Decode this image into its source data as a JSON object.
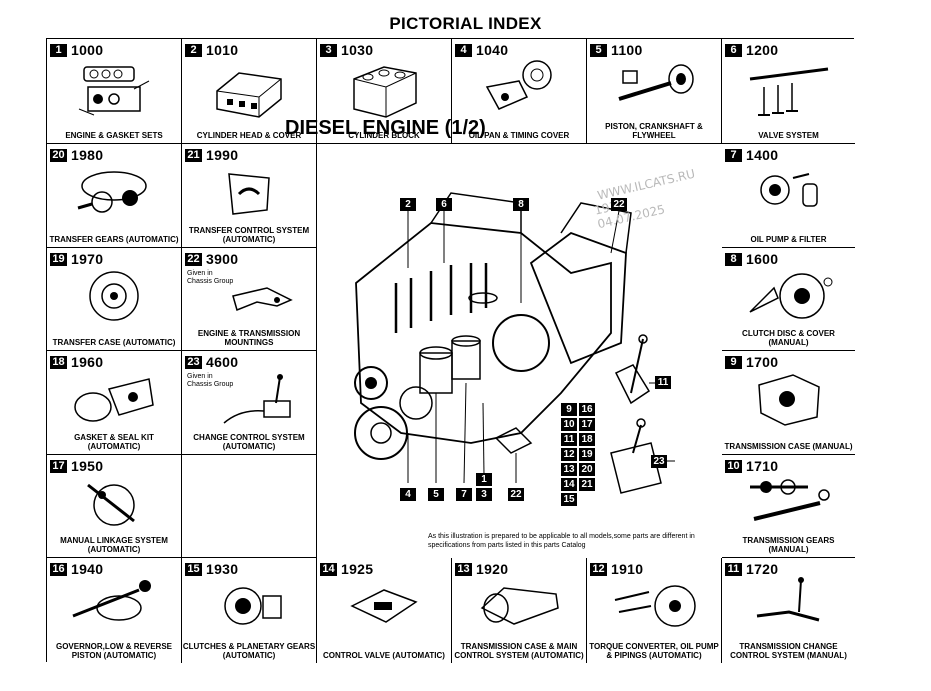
{
  "page": {
    "title": "PICTORIAL INDEX"
  },
  "cells": {
    "c1": {
      "badge": "1",
      "code": "1000",
      "caption": "ENGINE & GASKET SETS"
    },
    "c2": {
      "badge": "2",
      "code": "1010",
      "caption": "CYLINDER HEAD & COVER"
    },
    "c3": {
      "badge": "3",
      "code": "1030",
      "caption": "CYLINDER BLOCK"
    },
    "c4": {
      "badge": "4",
      "code": "1040",
      "caption": "OIL PAN & TIMING COVER"
    },
    "c5": {
      "badge": "5",
      "code": "1100",
      "caption": "PISTON, CRANKSHAFT & FLYWHEEL"
    },
    "c6": {
      "badge": "6",
      "code": "1200",
      "caption": "VALVE SYSTEM"
    },
    "c20": {
      "badge": "20",
      "code": "1980",
      "caption": "TRANSFER GEARS (AUTOMATIC)"
    },
    "c21": {
      "badge": "21",
      "code": "1990",
      "caption": "TRANSFER CONTROL SYSTEM (AUTOMATIC)"
    },
    "c7": {
      "badge": "7",
      "code": "1400",
      "caption": "OIL PUMP & FILTER"
    },
    "c19": {
      "badge": "19",
      "code": "1970",
      "caption": "TRANSFER CASE (AUTOMATIC)"
    },
    "c22": {
      "badge": "22",
      "code": "3900",
      "caption": "ENGINE & TRANSMISSION MOUNTINGS",
      "note": "Given in Chassis Group"
    },
    "c8": {
      "badge": "8",
      "code": "1600",
      "caption": "CLUTCH DISC & COVER (MANUAL)"
    },
    "c18": {
      "badge": "18",
      "code": "1960",
      "caption": "GASKET & SEAL KIT (AUTOMATIC)"
    },
    "c23": {
      "badge": "23",
      "code": "4600",
      "caption": "CHANGE CONTROL SYSTEM (AUTOMATIC)",
      "note": "Given in Chassis Group"
    },
    "c9": {
      "badge": "9",
      "code": "1700",
      "caption": "TRANSMISSION CASE (MANUAL)"
    },
    "c17": {
      "badge": "17",
      "code": "1950",
      "caption": "MANUAL LINKAGE SYSTEM (AUTOMATIC)"
    },
    "c10": {
      "badge": "10",
      "code": "1710",
      "caption": "TRANSMISSION GEARS (MANUAL)"
    },
    "c16": {
      "badge": "16",
      "code": "1940",
      "caption": "GOVERNOR,LOW & REVERSE PISTON (AUTOMATIC)"
    },
    "c15": {
      "badge": "15",
      "code": "1930",
      "caption": "CLUTCHES & PLANETARY GEARS (AUTOMATIC)"
    },
    "c14": {
      "badge": "14",
      "code": "1925",
      "caption": "CONTROL VALVE (AUTOMATIC)"
    },
    "c13": {
      "badge": "13",
      "code": "1920",
      "caption": "TRANSMISSION CASE & MAIN CONTROL SYSTEM (AUTOMATIC)"
    },
    "c12": {
      "badge": "12",
      "code": "1910",
      "caption": "TORQUE CONVERTER, OIL PUMP & PIPINGS (AUTOMATIC)"
    },
    "c11": {
      "badge": "11",
      "code": "1720",
      "caption": "TRANSMISSION CHANGE CONTROL SYSTEM (MANUAL)"
    }
  },
  "center": {
    "heading": "DIESEL ENGINE (1/2)",
    "watermark_line1": "WWW.ILCATS.RU",
    "watermark_line2": "1933 04.07.2025",
    "callouts": [
      "2",
      "6",
      "8",
      "22",
      "11",
      "9",
      "16",
      "10",
      "17",
      "11",
      "18",
      "12",
      "19",
      "13",
      "20",
      "14",
      "21",
      "15",
      "23",
      "4",
      "5",
      "7",
      "1",
      "3",
      "22"
    ],
    "footnote": "As this illustration is prepared to be applicable to all models,some parts are different in specifications from parts listed in this parts Catalog"
  }
}
